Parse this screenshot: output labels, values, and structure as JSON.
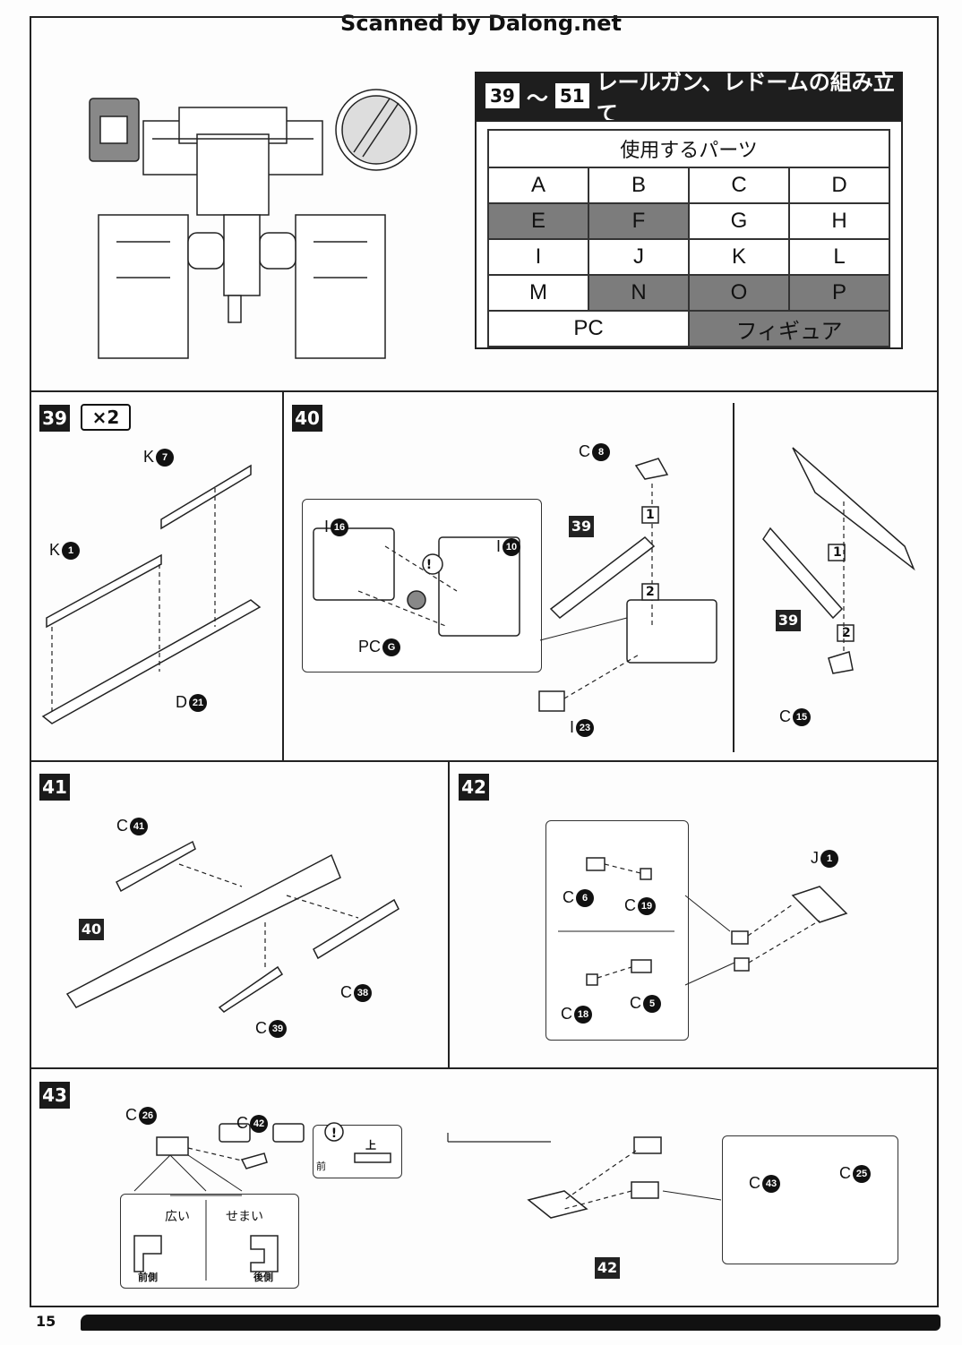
{
  "header": {
    "scan_credit": "Scanned by Dalong.net"
  },
  "title": {
    "step_from": "39",
    "tilde": "～",
    "step_to": "51",
    "text": "レールガン、レドームの組み立て"
  },
  "parts_table": {
    "heading": "使用するパーツ",
    "rows": [
      [
        "A",
        "B",
        "C",
        "D"
      ],
      [
        "E",
        "F",
        "G",
        "H"
      ],
      [
        "I",
        "J",
        "K",
        "L"
      ],
      [
        "M",
        "N",
        "O",
        "P"
      ]
    ],
    "dark_cells": [
      "E",
      "F",
      "N",
      "O",
      "P"
    ],
    "pc_label": "PC",
    "figure_label": "フィギュア"
  },
  "steps": {
    "s39": {
      "num": "39",
      "multiplier": "×2",
      "parts": [
        {
          "letter": "K",
          "num": "7"
        },
        {
          "letter": "K",
          "num": "1"
        },
        {
          "letter": "D",
          "num": "21"
        }
      ]
    },
    "s40": {
      "num": "40",
      "parts": [
        {
          "letter": "I",
          "num": "16"
        },
        {
          "letter": "I",
          "num": "10"
        },
        {
          "letter": "PC",
          "num": "G"
        },
        {
          "letter": "C",
          "num": "8"
        },
        {
          "letter": "I",
          "num": "23"
        },
        {
          "letter": "C",
          "num": "15"
        }
      ],
      "refs": [
        "39",
        "39"
      ],
      "order": [
        "1",
        "2",
        "1",
        "2"
      ]
    },
    "s41": {
      "num": "41",
      "parts": [
        {
          "letter": "C",
          "num": "41"
        },
        {
          "letter": "C",
          "num": "38"
        },
        {
          "letter": "C",
          "num": "39"
        }
      ],
      "refs": [
        "40"
      ]
    },
    "s42": {
      "num": "42",
      "parts": [
        {
          "letter": "J",
          "num": "1"
        },
        {
          "letter": "C",
          "num": "6"
        },
        {
          "letter": "C",
          "num": "19"
        },
        {
          "letter": "C",
          "num": "18"
        },
        {
          "letter": "C",
          "num": "5"
        }
      ]
    },
    "s43": {
      "num": "43",
      "parts": [
        {
          "letter": "C",
          "num": "26"
        },
        {
          "letter": "C",
          "num": "42"
        },
        {
          "letter": "C",
          "num": "43"
        },
        {
          "letter": "C",
          "num": "25"
        }
      ],
      "refs": [
        "42"
      ],
      "note_up": "上",
      "note_front": "前",
      "wide": "広い",
      "narrow": "せまい",
      "front_side": "前側",
      "back_side": "後側"
    }
  },
  "page_number": "15",
  "colors": {
    "ink": "#111111",
    "gray_cell": "#7c7c7c",
    "paper": "#fdfdfd"
  }
}
